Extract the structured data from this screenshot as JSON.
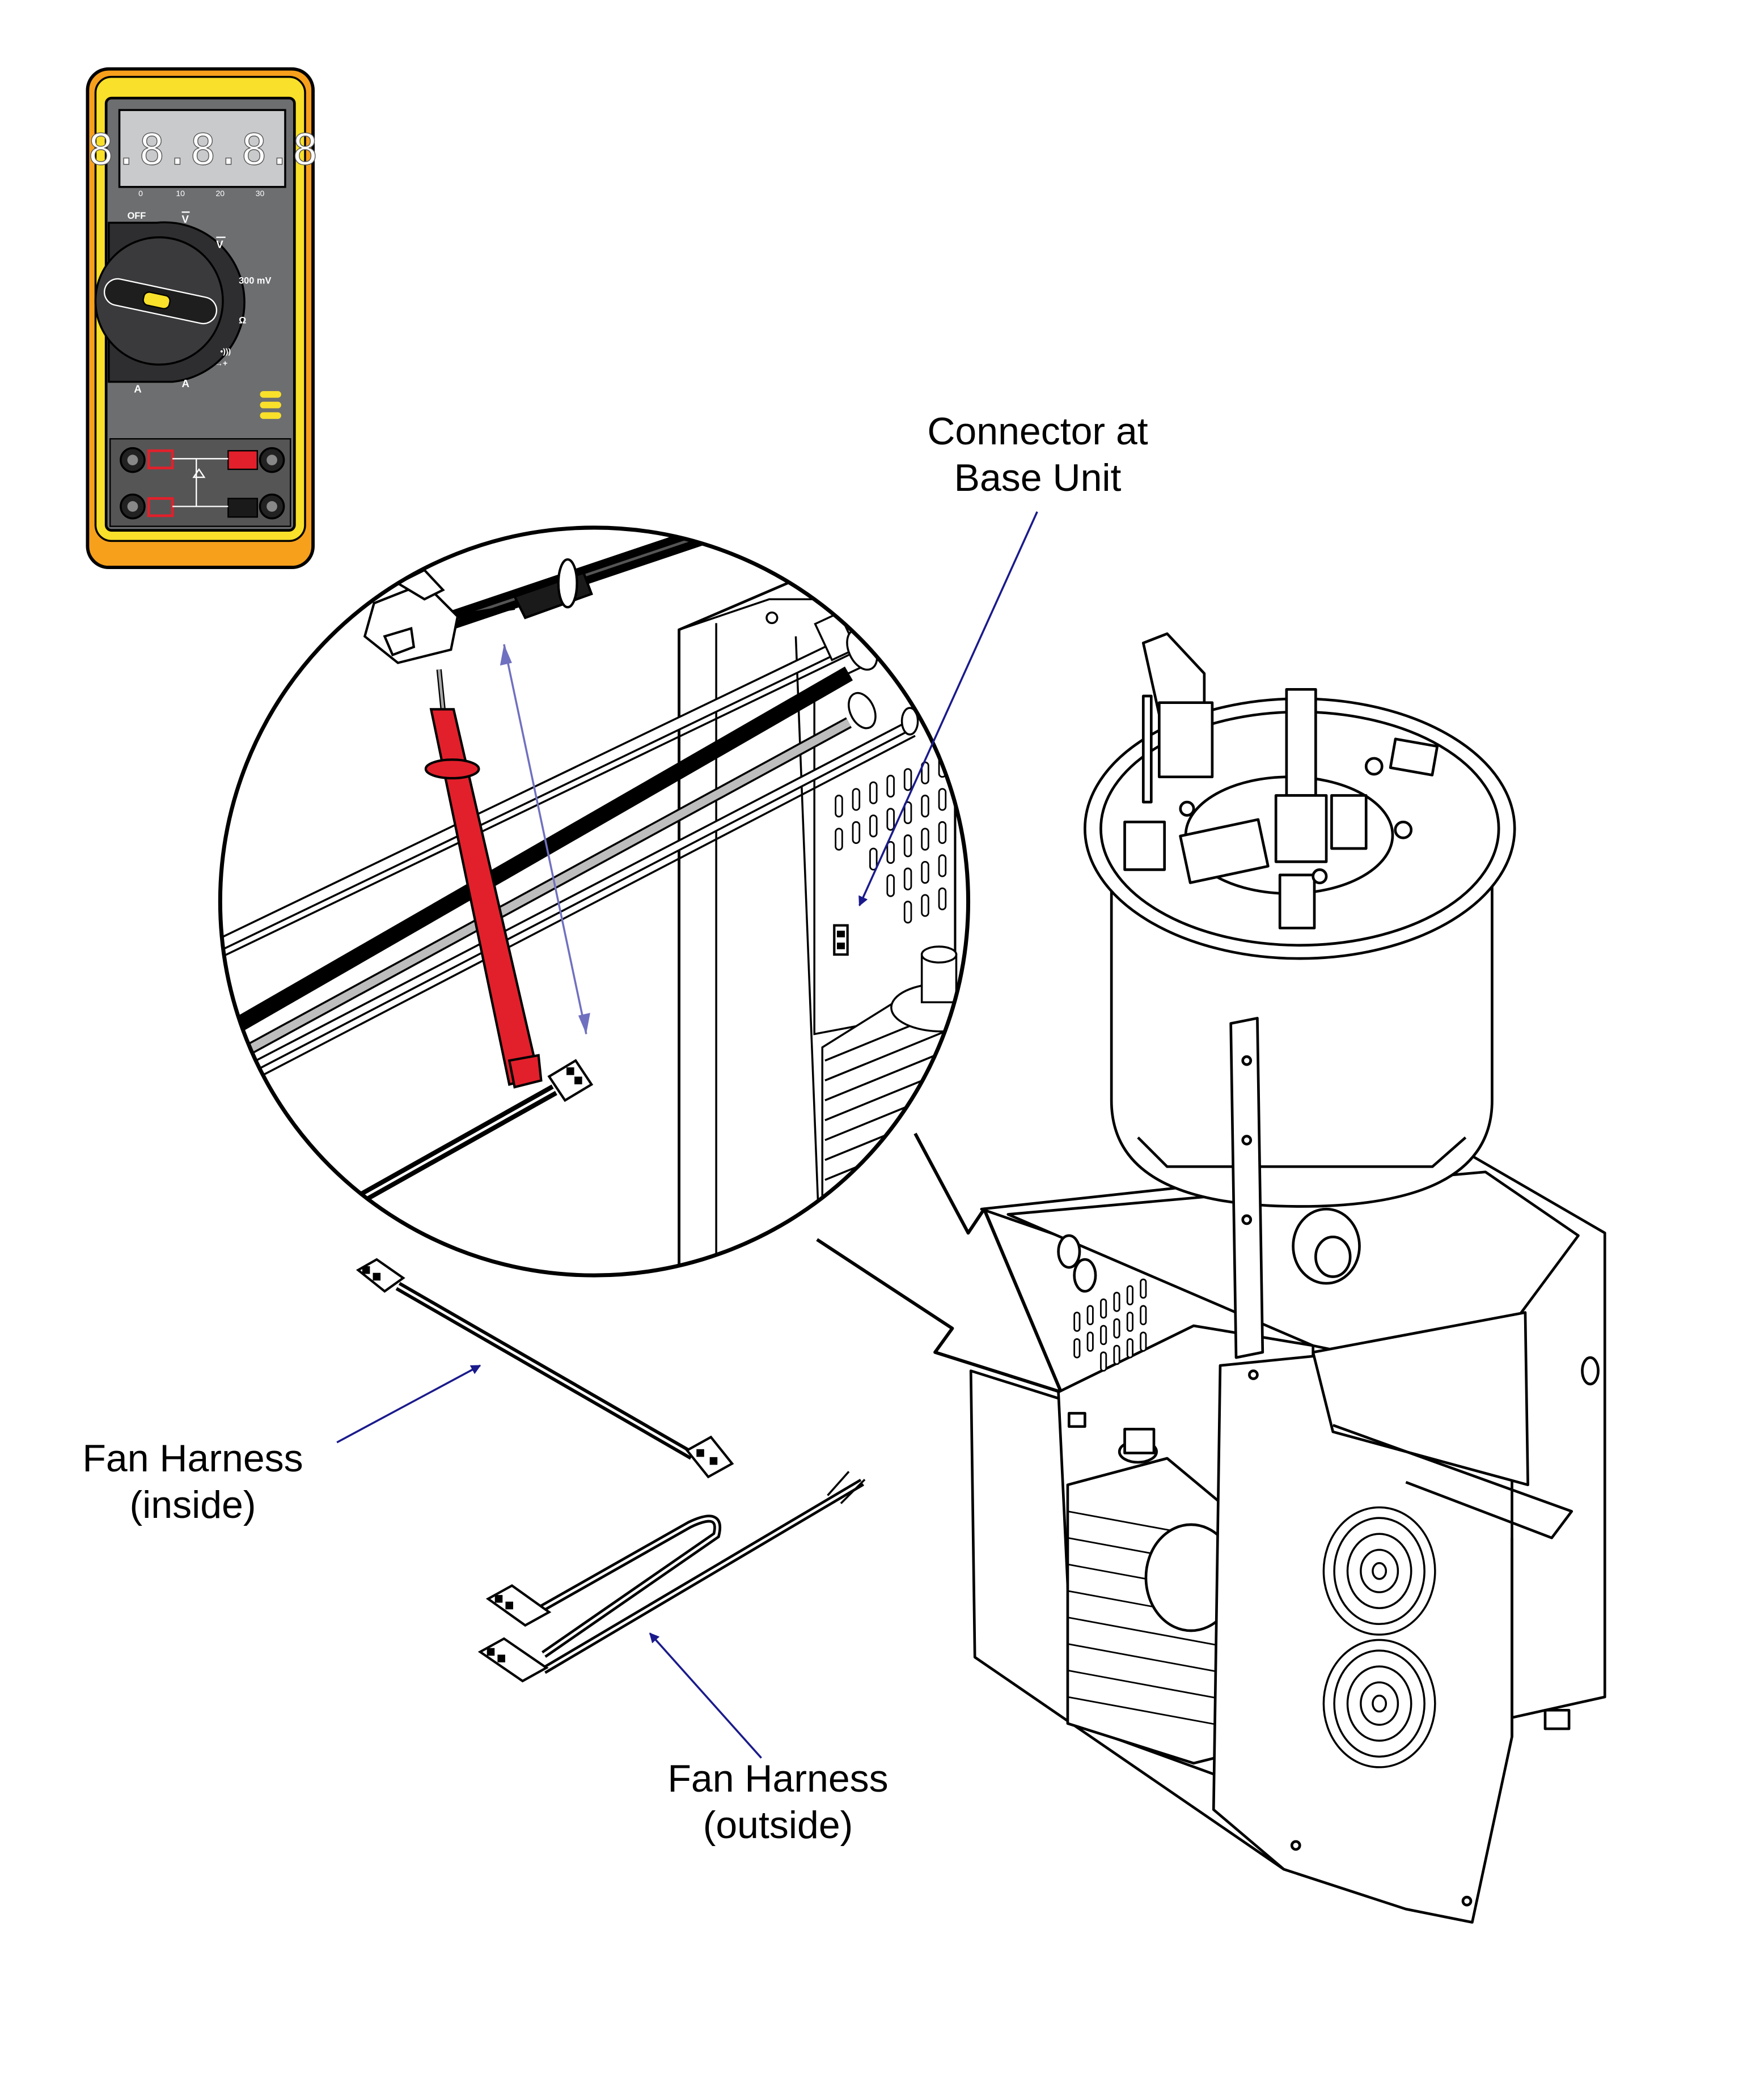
{
  "callouts": {
    "connector_line1": "Connector at",
    "connector_line2": "Base Unit",
    "fan_inside_line1": "Fan Harness",
    "fan_inside_line2": "(inside)",
    "fan_outside_line1": "Fan Harness",
    "fan_outside_line2": "(outside)"
  },
  "multimeter": {
    "display": "8.8.8.8.8",
    "scale_ticks": [
      "0",
      "10",
      "20",
      "30"
    ],
    "dial_labels": {
      "off": "OFF",
      "ac_volts": "V",
      "dc_volts": "V",
      "millivolts": "300 mV",
      "ohms": "Ω",
      "continuity": "•)))",
      "diode": "→+",
      "ac_amps": "A",
      "dc_amps": "A"
    }
  },
  "colors": {
    "meter_body": "#f9e02a",
    "meter_orange": "#f6a01c",
    "meter_face": "#6d6e70",
    "probe_red": "#e2202b",
    "arrow_blue": "#1a1a8c",
    "dimension_blue": "#7070c0"
  }
}
